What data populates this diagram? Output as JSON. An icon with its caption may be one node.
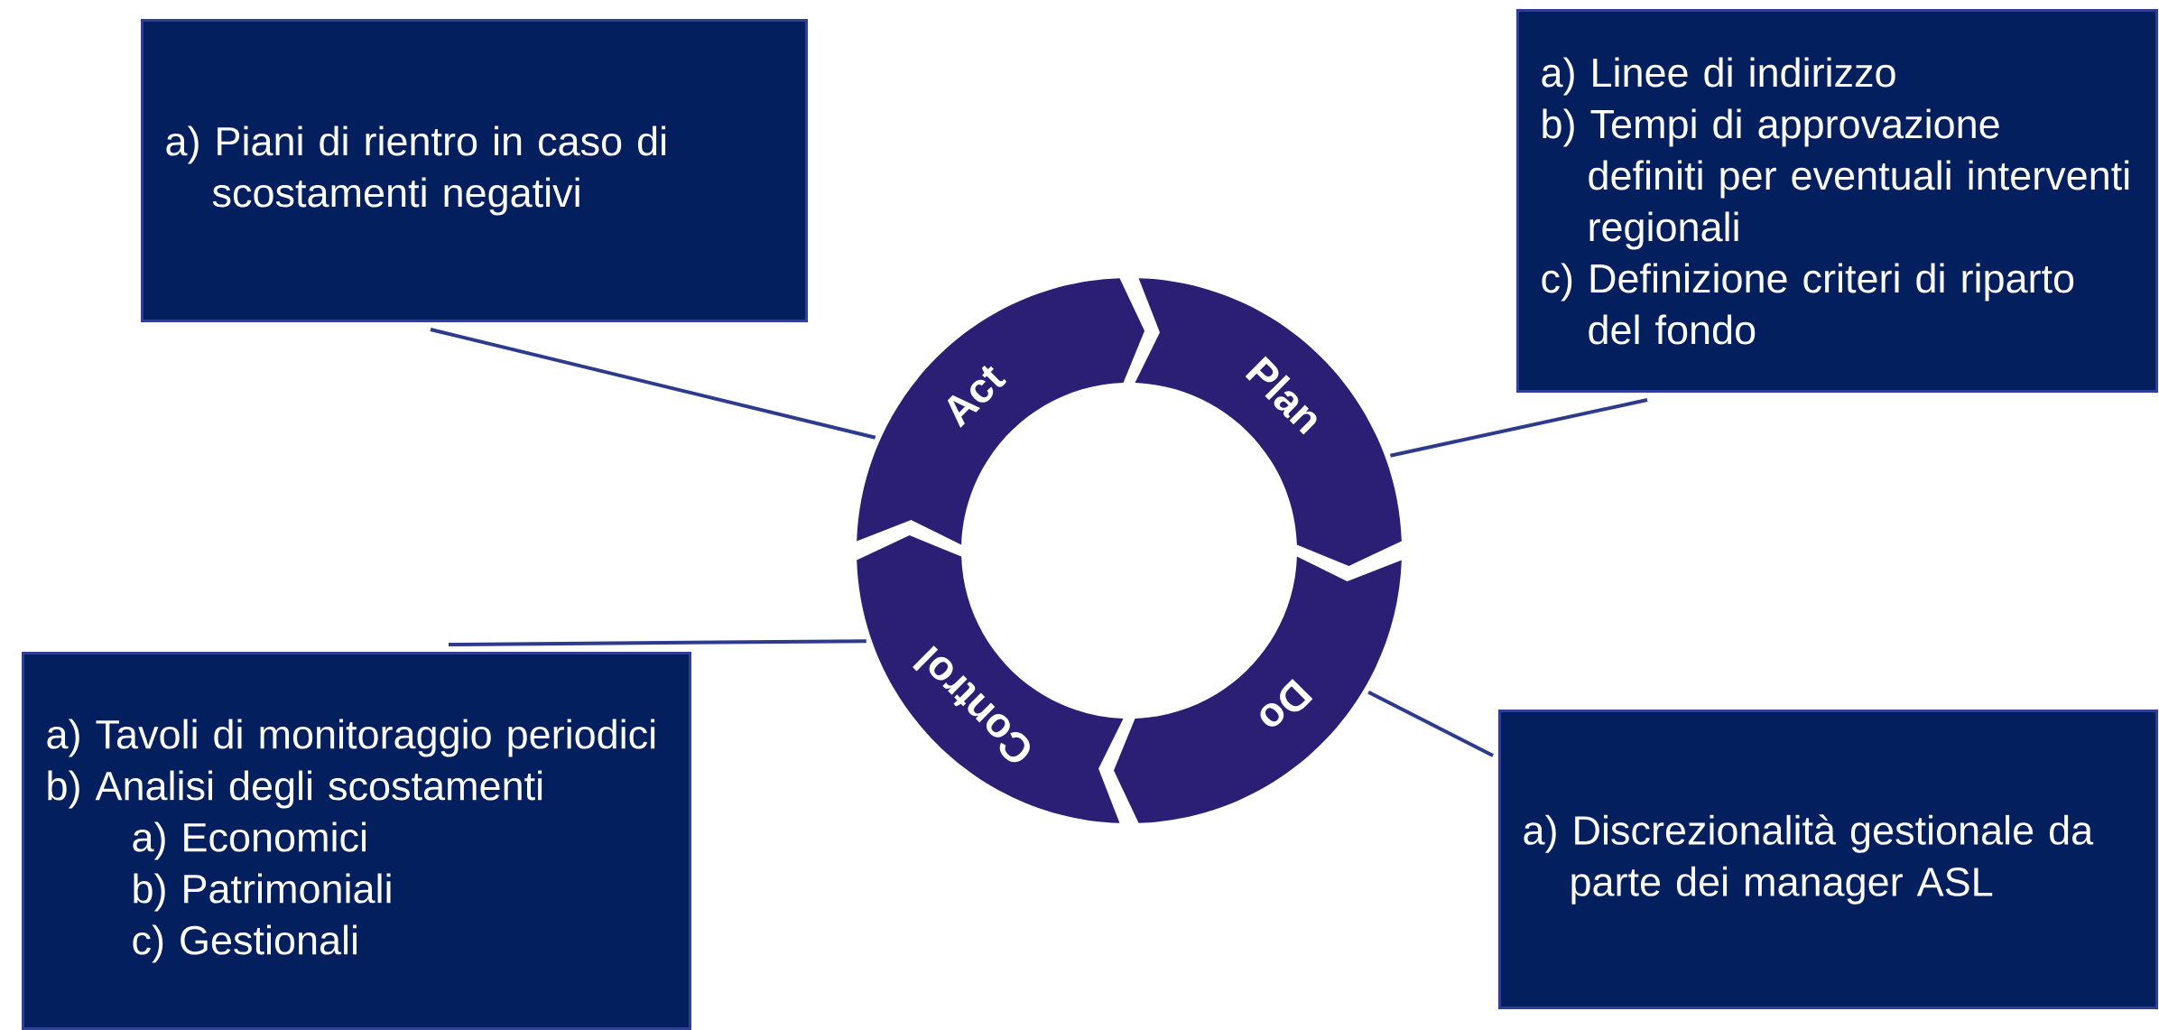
{
  "diagram": {
    "nodes": [
      {
        "text": [
          "a) Piani di rientro in caso di scostamenti negativi"
        ]
      },
      {
        "text": [
          "a) Linee di indirizzo",
          "b) Tempi di approvazione definiti per eventuali interventi regionali",
          "c) Definizione criteri di riparto del fondo"
        ]
      },
      {
        "text": [
          "Act"
        ]
      },
      {
        "text": [
          "Plan"
        ]
      },
      {
        "text": [
          "Control"
        ]
      },
      {
        "text": [
          "Do"
        ]
      },
      {
        "text": [
          "a) Tavoli di monitoraggio periodici",
          "b) Analisi degli scostamenti",
          "a) Economici",
          "b) Patrimoniali",
          "c) Gestionali"
        ]
      },
      {
        "text": [
          "a) Discrezionalità gestionale da parte dei manager ASL"
        ]
      }
    ],
    "edges": [
      {
        "from": 0,
        "to": 2,
        "arrow": "none"
      },
      {
        "from": 1,
        "to": 3,
        "arrow": "none"
      },
      {
        "from": 6,
        "to": 4,
        "arrow": "none"
      },
      {
        "from": 7,
        "to": 5,
        "arrow": "none"
      }
    ]
  }
}
